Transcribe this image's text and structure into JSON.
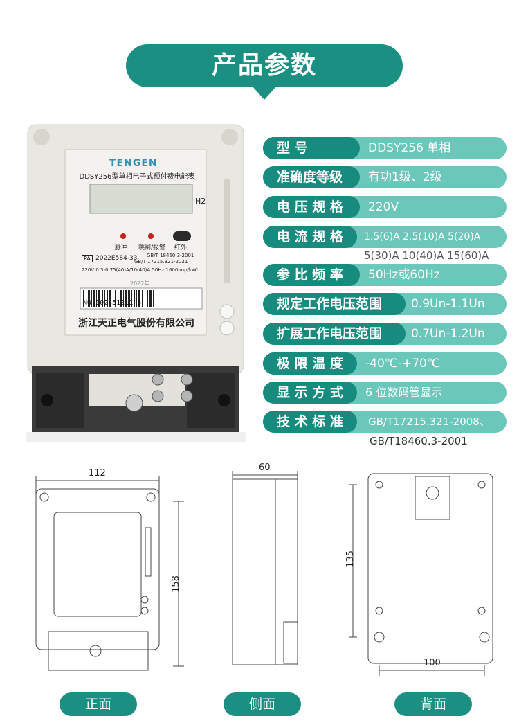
{
  "header": {
    "title": "产品参数"
  },
  "product": {
    "brand": "TENGEN",
    "model_line": "DDSY256型单相电子式预付费电能表",
    "led_pulse": "脉冲",
    "led_alarm": "跳闸/报警",
    "led_ir": "红外",
    "cert": "2022E584-33",
    "std1": "GB/T 18460.3-2001",
    "std2": "GB/T 17215.321-2021",
    "rating": "220V  0.3-0.75(40)A/10(40)A  50Hz  1600imp/kWh",
    "year": "2022年",
    "serial": "NO.102451211 5",
    "company": "浙江天正电气股份有限公司",
    "h2": "H2",
    "pa": "PA"
  },
  "specs": [
    {
      "label": "型          号",
      "value": "DDSY256 单相"
    },
    {
      "label": "准确度等级",
      "value": "有功1级、2级"
    },
    {
      "label": "电 压 规 格",
      "value": "220V"
    },
    {
      "label": "电 流 规 格",
      "value": "1.5(6)A 2.5(10)A 5(20)A",
      "extra": "5(30)A 10(40)A 15(60)A"
    },
    {
      "label": "参 比 频 率",
      "value": "50Hz或60Hz"
    },
    {
      "label": "规定工作电压范围",
      "value": "0.9Un-1.1Un"
    },
    {
      "label": "扩展工作电压范围",
      "value": "0.7Un-1.2Un"
    },
    {
      "label": "极 限 温 度",
      "value": "-40℃-+70℃"
    },
    {
      "label": "显 示 方 式",
      "value": "6 位数码管显示"
    },
    {
      "label": "技 术 标 准",
      "value": "GB/T17215.321-2008、",
      "extra": "GB/T18460.3-2001"
    }
  ],
  "dimensions": {
    "front_width": "112",
    "front_height": "158",
    "side_depth": "60",
    "back_height": "135",
    "back_width": "100"
  },
  "views": {
    "front": "正面",
    "side": "侧面",
    "back": "背面"
  }
}
